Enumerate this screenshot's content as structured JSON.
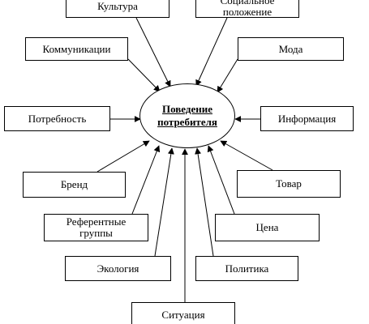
{
  "center": {
    "label": "Поведение\nпотребителя"
  },
  "factors": {
    "culture": "Культура",
    "social_status": "Социальное\nположение",
    "communications": "Коммуникации",
    "fashion": "Мода",
    "need": "Потребность",
    "information": "Информация",
    "brand": "Бренд",
    "product": "Товар",
    "reference_groups": "Референтные\nгруппы",
    "price": "Цена",
    "ecology": "Экология",
    "politics": "Политика",
    "situation": "Ситуация"
  },
  "colors": {
    "line": "#000000",
    "background": "#ffffff"
  }
}
